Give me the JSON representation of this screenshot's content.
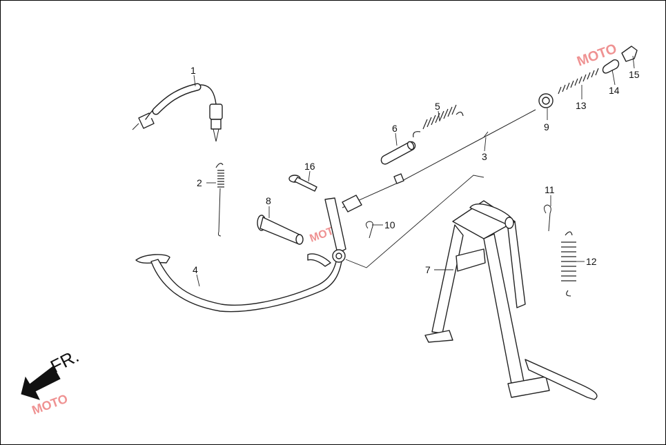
{
  "callouts": [
    {
      "id": "1"
    },
    {
      "id": "2"
    },
    {
      "id": "3"
    },
    {
      "id": "4"
    },
    {
      "id": "5"
    },
    {
      "id": "6"
    },
    {
      "id": "7"
    },
    {
      "id": "8"
    },
    {
      "id": "9"
    },
    {
      "id": "10"
    },
    {
      "id": "11"
    },
    {
      "id": "12"
    },
    {
      "id": "13"
    },
    {
      "id": "14"
    },
    {
      "id": "15"
    },
    {
      "id": "16"
    }
  ],
  "direction": {
    "label": "FR."
  },
  "watermark": {
    "text": "MOTO"
  }
}
